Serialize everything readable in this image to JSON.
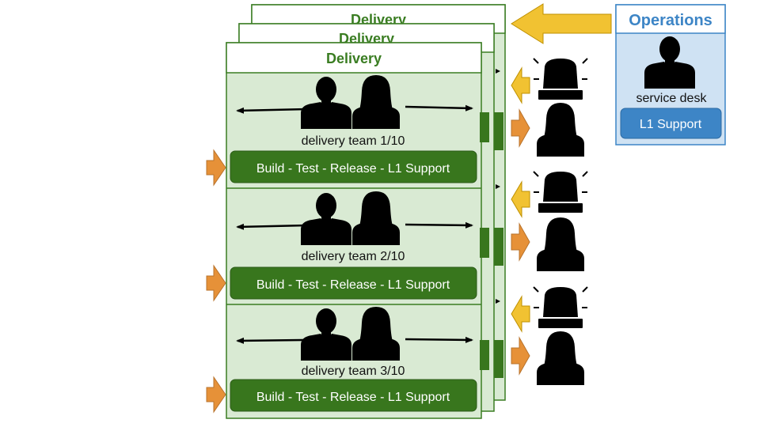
{
  "delivery": {
    "header_label": "Delivery",
    "teams": [
      {
        "name": "delivery team 1/10",
        "process": "Build - Test - Release - L1 Support"
      },
      {
        "name": "delivery team 2/10",
        "process": "Build - Test - Release - L1 Support"
      },
      {
        "name": "delivery team 3/10",
        "process": "Build - Test - Release - L1 Support"
      }
    ]
  },
  "operations": {
    "title": "Operations",
    "role": "service desk",
    "button": "L1 Support"
  },
  "colors": {
    "delivery_green": "#3a7d22",
    "panel_fill": "#d9ead3",
    "pill_fill": "#38761d",
    "ops_blue": "#3d85c6",
    "ops_panel": "#cfe2f3",
    "orange_arrow": "#e69138",
    "yellow_arrow": "#f1c232"
  },
  "icons": [
    "person-icon",
    "siren-icon",
    "arrow-icon"
  ]
}
